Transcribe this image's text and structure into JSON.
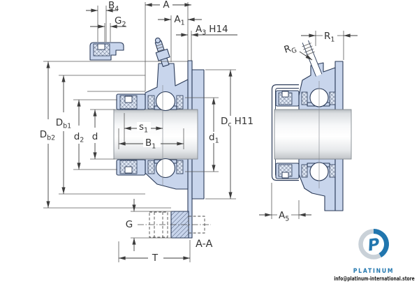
{
  "branding": {
    "name": "PLATINUM",
    "monogram": "P",
    "email": "info@platinum-international.store",
    "colors": {
      "blue": "#2176ae",
      "gray": "#c9d1d8",
      "text": "#1b1b1b"
    }
  },
  "drawing": {
    "type": "technical-section-drawing",
    "subject": "flanged bearing unit with grease fitting, front and side cross-sections",
    "colors": {
      "housing": "#c8d5ec",
      "outline": "#2a3a58",
      "dimension_lines": "#3d3d3d",
      "label_text": "#333333"
    },
    "labels": {
      "A": {
        "base": "A"
      },
      "A1": {
        "base": "A",
        "sub": "1"
      },
      "A3": {
        "base": "A",
        "sub": "3",
        "suffix": "H14"
      },
      "A5": {
        "base": "A",
        "sub": "5"
      },
      "B4": {
        "base": "B",
        "sub": "4"
      },
      "G2": {
        "base": "G",
        "sub": "2"
      },
      "Db1": {
        "base": "D",
        "sub": "b1"
      },
      "Db2": {
        "base": "D",
        "sub": "b2"
      },
      "d2": {
        "base": "d",
        "sub": "2"
      },
      "d": {
        "base": "d"
      },
      "s1": {
        "base": "s",
        "sub": "1"
      },
      "B1": {
        "base": "B",
        "sub": "1"
      },
      "d1": {
        "base": "d",
        "sub": "1"
      },
      "Dc": {
        "base": "D",
        "sub": "c",
        "suffix": "H11"
      },
      "G": {
        "base": "G"
      },
      "T": {
        "base": "T"
      },
      "AA": {
        "base": "A-A"
      },
      "R1": {
        "base": "R",
        "sub": "1"
      },
      "RG": {
        "base": "R",
        "sub": "G"
      }
    }
  }
}
